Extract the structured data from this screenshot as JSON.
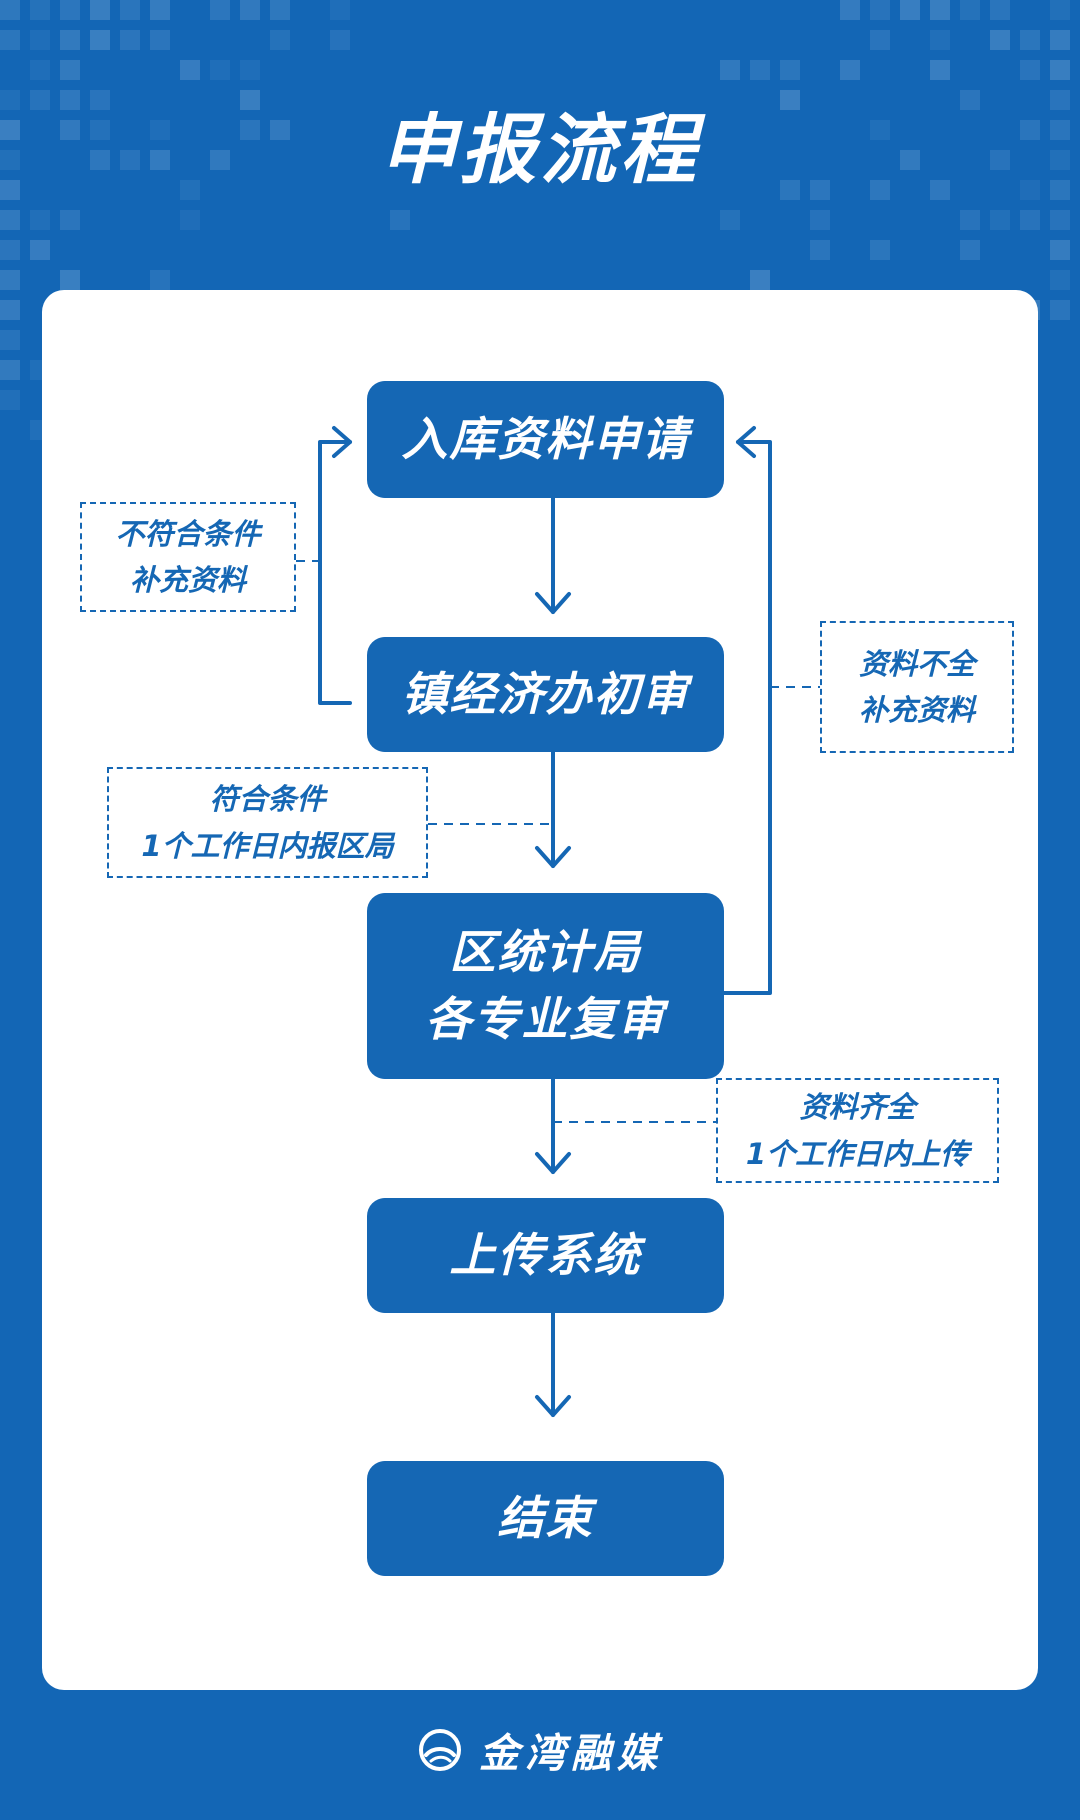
{
  "title": "申报流程",
  "steps": {
    "step1": "入库资料申请",
    "step2": "镇经济办初审",
    "step3_line1": "区统计局",
    "step3_line2": "各专业复审",
    "step4": "上传系统",
    "step5": "结束"
  },
  "notes": {
    "reject_line1": "不符合条件",
    "reject_line2": "补充资料",
    "incomplete_line1": "资料不全",
    "incomplete_line2": "补充资料",
    "qualified_line1": "符合条件",
    "qualified_line2": "1个工作日内报区局",
    "complete_line1": "资料齐全",
    "complete_line2": "1个工作日内上传"
  },
  "footer": {
    "brand": "金湾融媒",
    "icon": "jinwan-logo-icon"
  },
  "colors": {
    "background": "#1366b5",
    "box": "#1567b4",
    "card": "#ffffff",
    "accent": "#1567b4"
  }
}
